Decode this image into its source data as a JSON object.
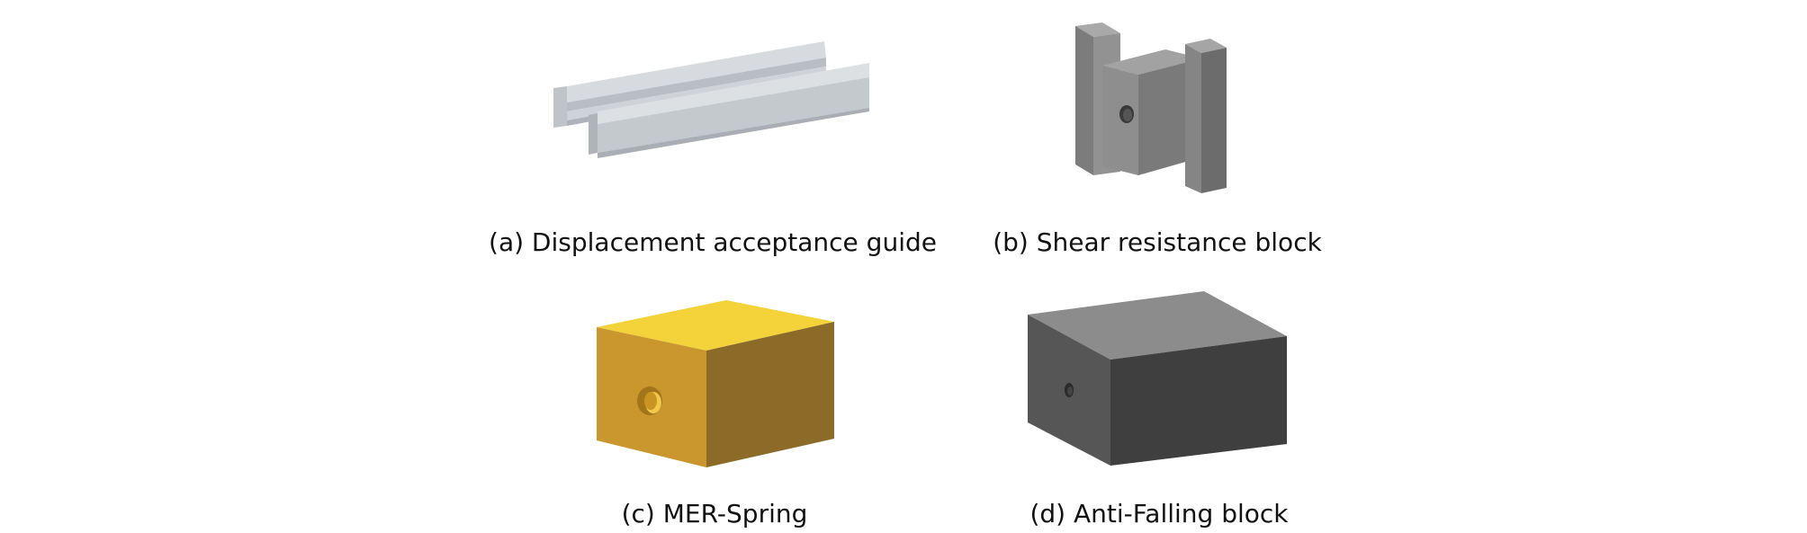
{
  "figure": {
    "panels": [
      {
        "id": "a",
        "caption": "(a) Displacement acceptance guide",
        "part": "displacement-acceptance-guide"
      },
      {
        "id": "b",
        "caption": "(b) Shear resistance block",
        "part": "shear-resistance-block"
      },
      {
        "id": "c",
        "caption": "(c) MER-Spring",
        "part": "mer-spring"
      },
      {
        "id": "d",
        "caption": "(d) Anti-Falling block",
        "part": "anti-falling-block"
      }
    ],
    "colors": {
      "guide": "#c7ccd1",
      "shear_block": "#8a8a8a",
      "mer_spring": "#d8a82c",
      "anti_falling": "#4b4b4b"
    }
  }
}
